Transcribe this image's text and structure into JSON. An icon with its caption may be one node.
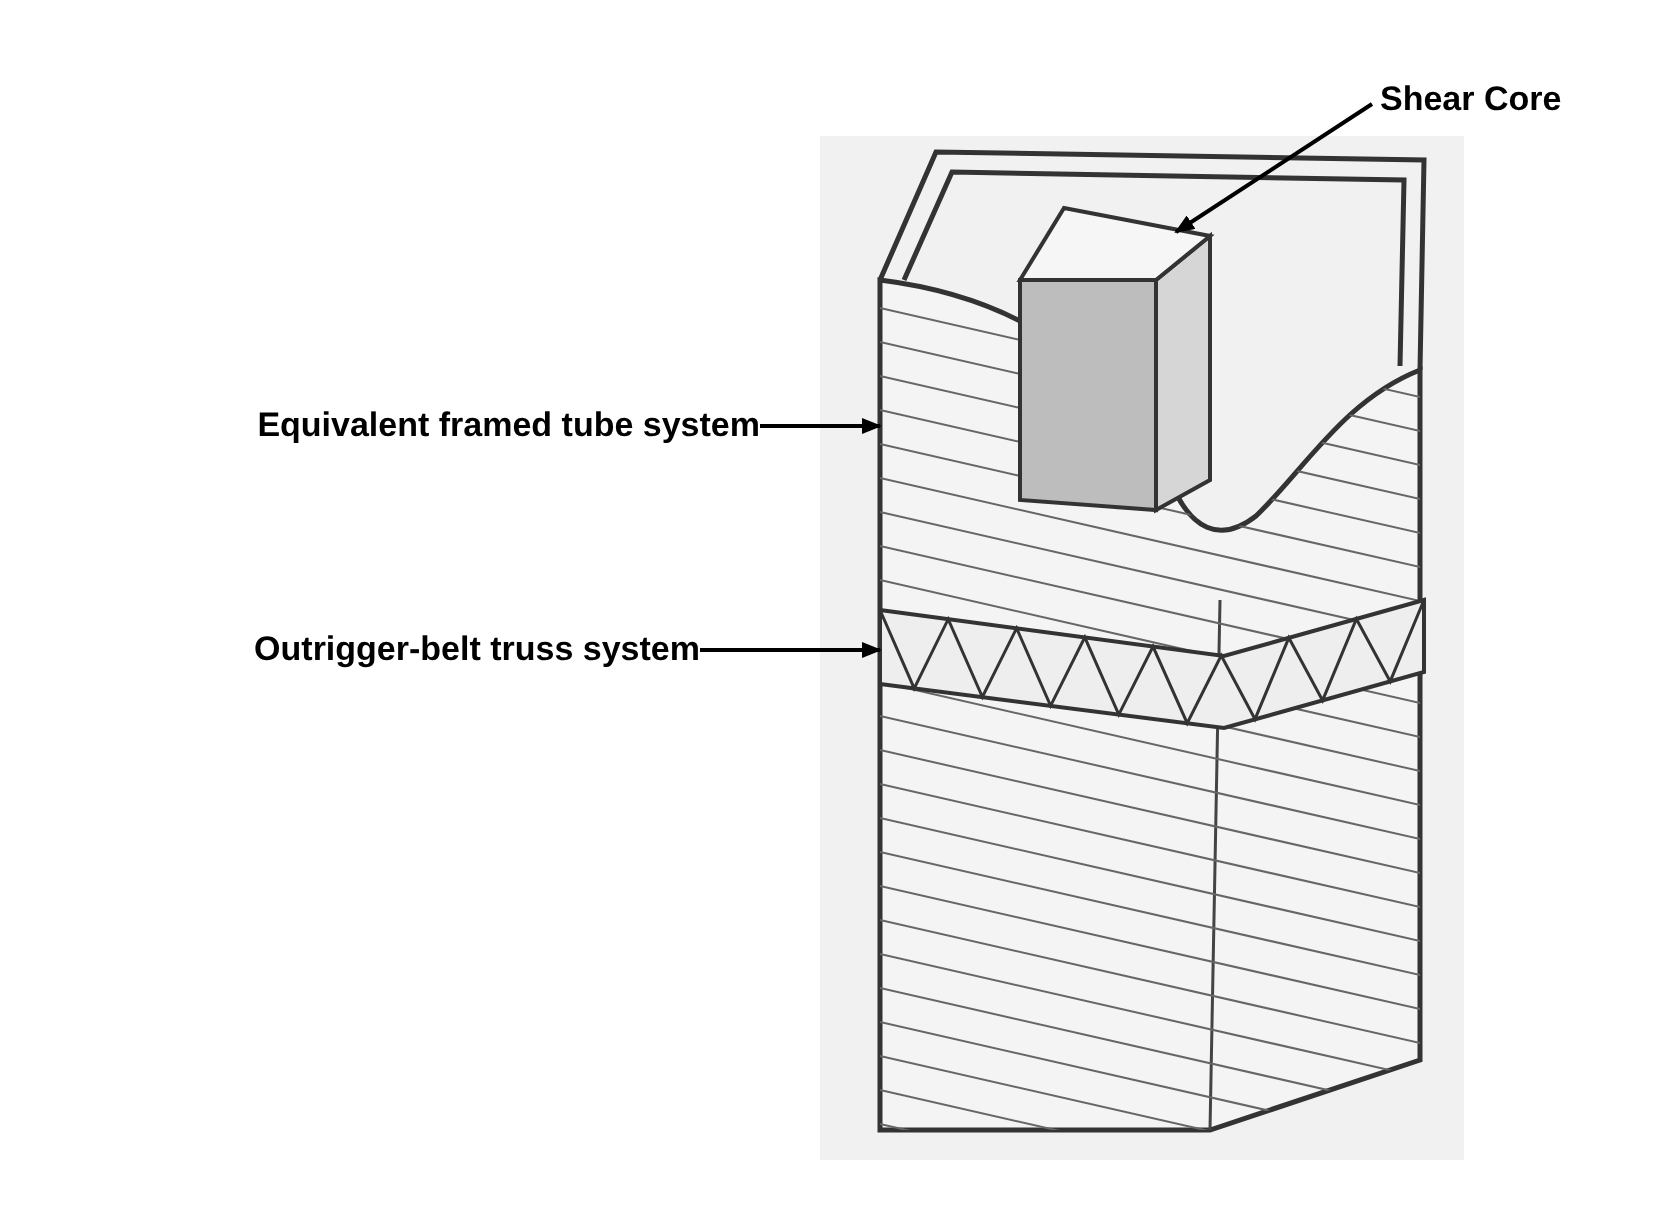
{
  "diagram": {
    "nodes": [
      {
        "text": [
          "Shear Core"
        ]
      },
      {
        "text": [],
        "shape": "box",
        "in": 3
      },
      {
        "text": [
          "Equivalent framed tube system"
        ]
      },
      {
        "text": [],
        "shape": "box"
      },
      {
        "text": [
          "Outrigger-belt truss system"
        ]
      },
      {
        "text": [],
        "shape": "bar",
        "in": 3
      }
    ],
    "edges": [
      {
        "from": 0,
        "to": 1,
        "arrow": "to"
      },
      {
        "from": 2,
        "to": 3,
        "arrow": "to"
      },
      {
        "from": 4,
        "to": 5,
        "arrow": "to"
      }
    ]
  }
}
